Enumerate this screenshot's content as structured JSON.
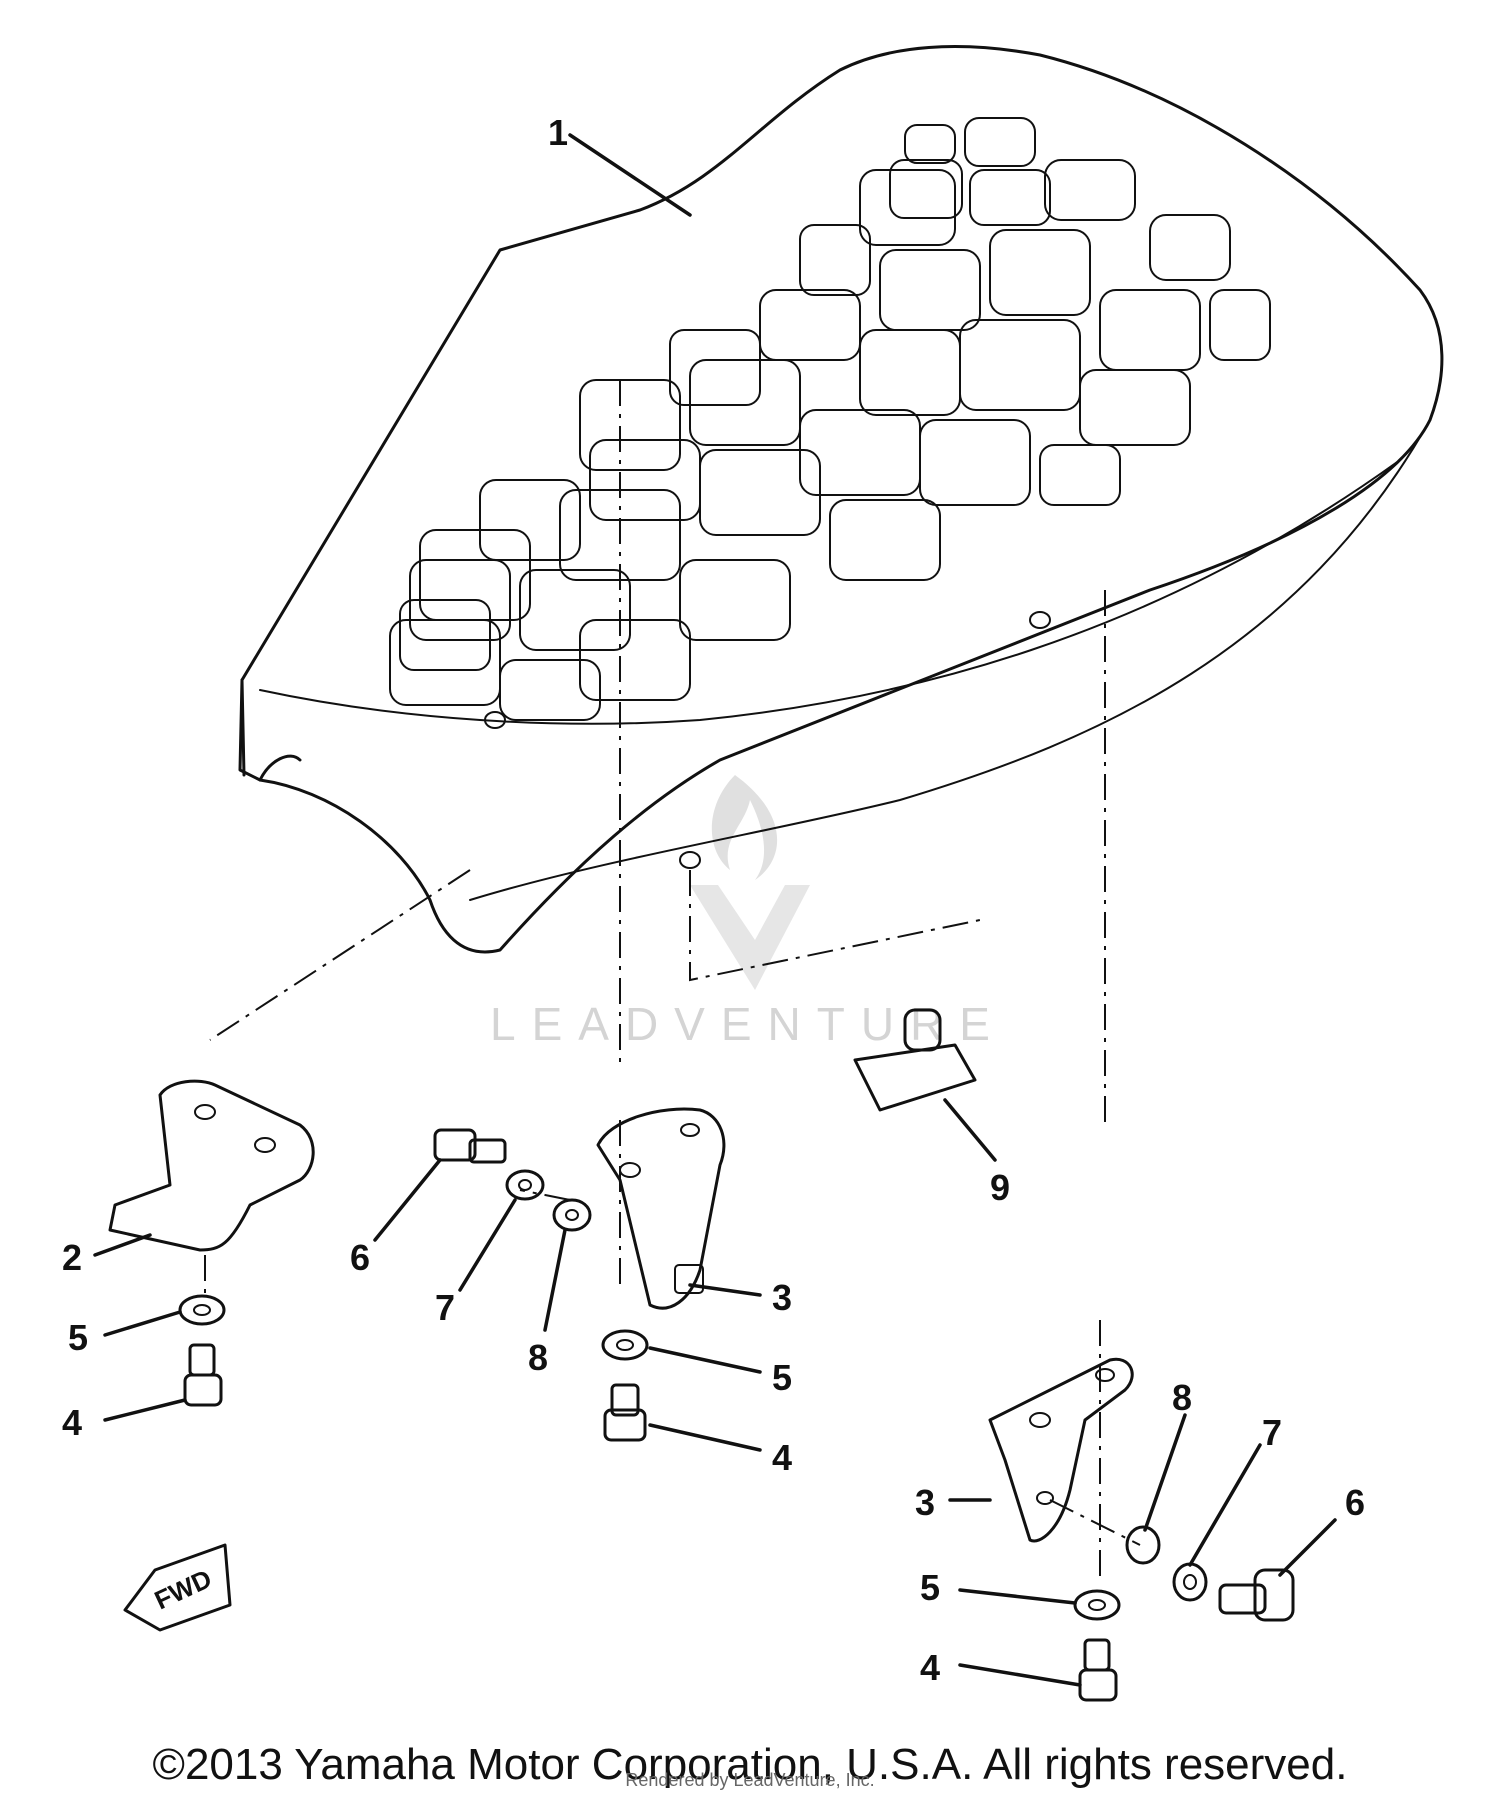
{
  "watermark": {
    "text": "LEADVENTURE"
  },
  "callouts": {
    "seat": "1",
    "bracket_left": "2",
    "bracket_center": "3",
    "bracket_right": "3",
    "bolt_left": "4",
    "bolt_center": "4",
    "bolt_right": "4",
    "washer_left": "5",
    "washer_center": "5",
    "washer_right": "5",
    "screw_center": "6",
    "screw_right": "6",
    "lockwasher_center": "7",
    "lockwasher_right": "7",
    "plainwasher_center": "8",
    "plainwasher_right": "8",
    "clip": "9"
  },
  "fwd_label": "FWD",
  "footer": {
    "copyright": "©2013 Yamaha Motor Corporation, U.S.A. All rights reserved.",
    "rendered_by": "Rendered by LeadVenture, Inc."
  }
}
